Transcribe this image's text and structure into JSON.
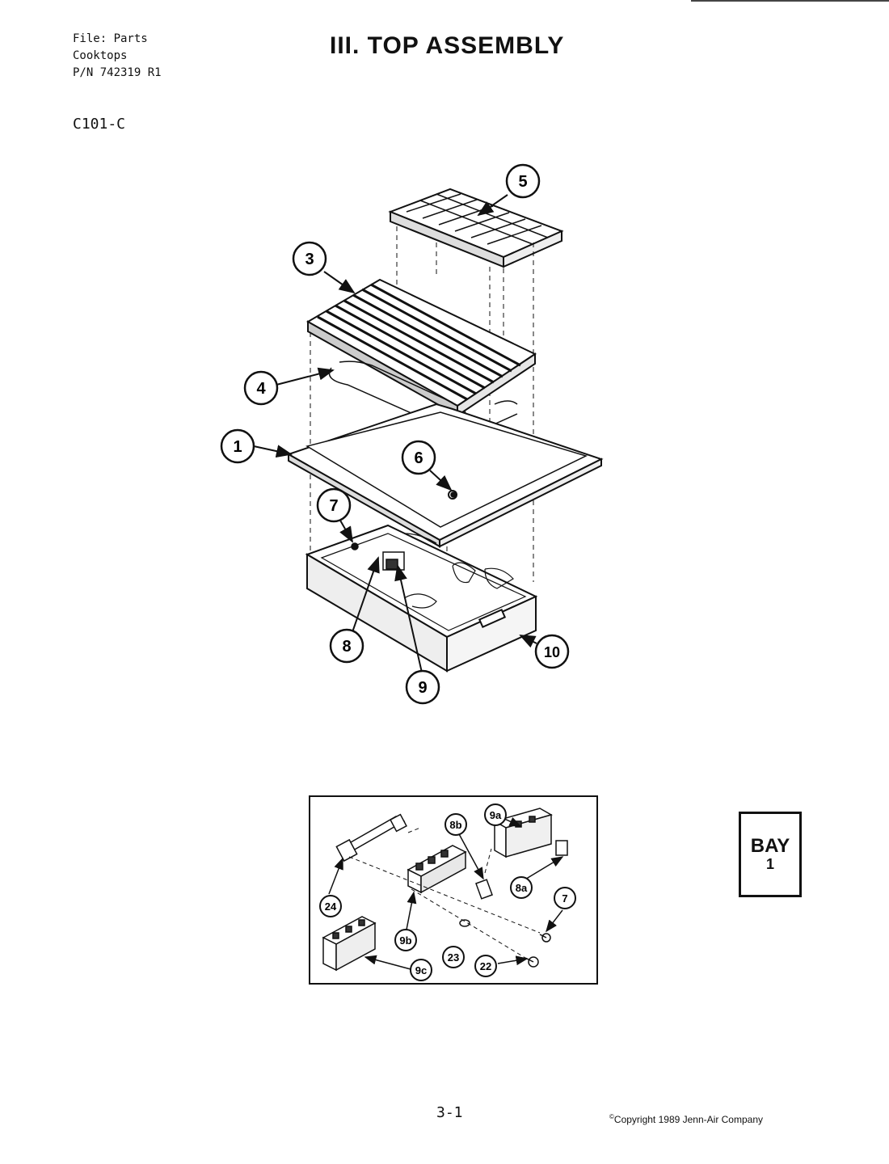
{
  "header": {
    "file_line": "File: Parts",
    "category_line": "Cooktops",
    "part_number_line": "P/N 742319 R1",
    "title": "III. TOP ASSEMBLY",
    "doc_code": "C101-C"
  },
  "main_callouts": [
    {
      "id": "1",
      "label": "1"
    },
    {
      "id": "3",
      "label": "3"
    },
    {
      "id": "4",
      "label": "4"
    },
    {
      "id": "5",
      "label": "5"
    },
    {
      "id": "6",
      "label": "6"
    },
    {
      "id": "7",
      "label": "7"
    },
    {
      "id": "8",
      "label": "8"
    },
    {
      "id": "9",
      "label": "9"
    },
    {
      "id": "10",
      "label": "10"
    }
  ],
  "detail_callouts": {
    "c8b": "8b",
    "c9a": "9a",
    "c8a": "8a",
    "c7": "7",
    "c24": "24",
    "c9b": "9b",
    "c23": "23",
    "c22": "22",
    "c9c": "9c"
  },
  "bay": {
    "line1": "BAY",
    "line2": "1"
  },
  "footer": {
    "page": "3-1",
    "copyright_symbol": "©",
    "copyright": "Copyright 1989 Jenn-Air Company"
  }
}
